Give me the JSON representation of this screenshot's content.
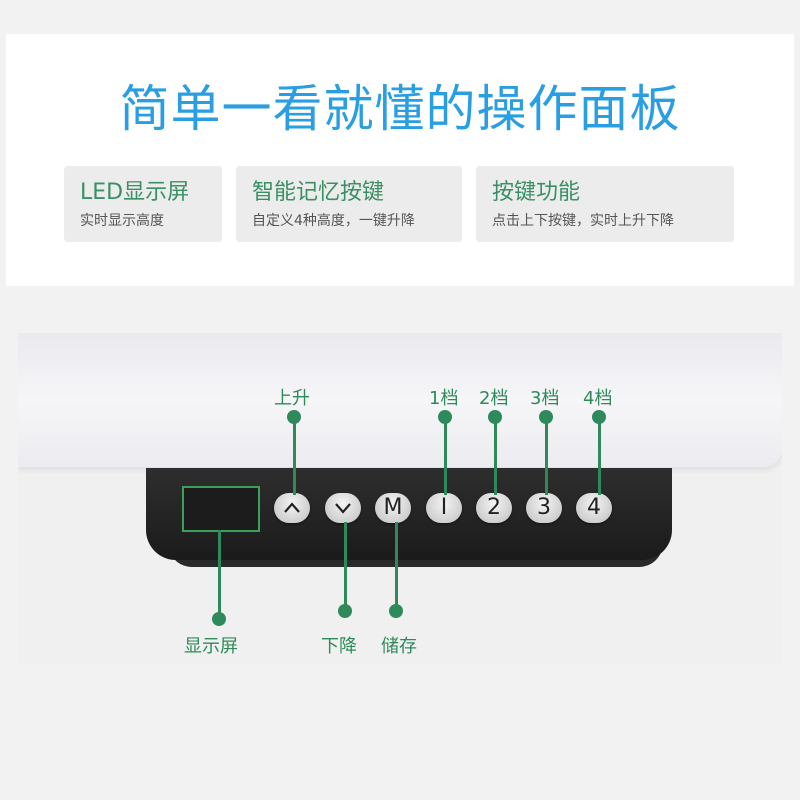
{
  "header": {
    "title": "简单一看就懂的操作面板"
  },
  "features": [
    {
      "title": "LED显示屏",
      "desc": "实时显示高度"
    },
    {
      "title": "智能记忆按键",
      "desc": "自定义4种高度，一键升降"
    },
    {
      "title": "按键功能",
      "desc": "点击上下按键，实时上升下降"
    }
  ],
  "panel": {
    "buttons": [
      {
        "glyph": "up-chevron-icon"
      },
      {
        "glyph": "down-chevron-icon"
      },
      {
        "glyph": "M"
      },
      {
        "glyph": "I"
      },
      {
        "glyph": "2"
      },
      {
        "glyph": "3"
      },
      {
        "glyph": "4"
      }
    ]
  },
  "callouts": {
    "up": "上升",
    "preset1": "1档",
    "preset2": "2档",
    "preset3": "3档",
    "preset4": "4档",
    "display": "显示屏",
    "down": "下降",
    "memory": "储存"
  },
  "colors": {
    "title": "#2a9ee3",
    "accent_green": "#2e8a5a",
    "panel_black": "#1b1b1b"
  }
}
